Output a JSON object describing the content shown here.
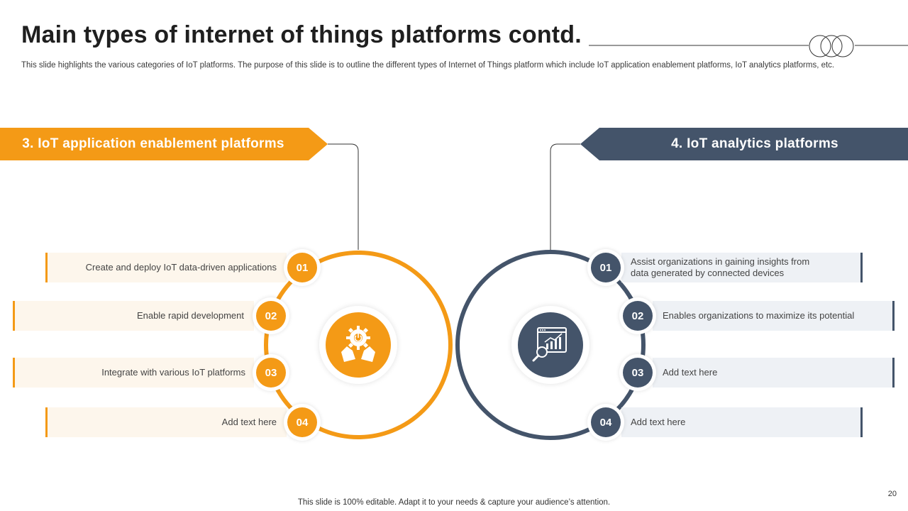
{
  "slide": {
    "title": "Main types of internet of things platforms contd.",
    "subtitle": "This slide highlights the various categories of IoT platforms. The purpose of this slide is to outline the different types of Internet of Things platform which include IoT application enablement platforms, IoT analytics platforms, etc.",
    "footer": "This slide is 100% editable. Adapt it to your needs & capture your audience’s attention.",
    "page_number": "20"
  },
  "colors": {
    "orange": "#f49a16",
    "navy": "#44546a"
  },
  "left_panel": {
    "heading": "3. IoT application enablement platforms",
    "hub_icon": "gear-hands-icon",
    "items": [
      {
        "num": "01",
        "text": "Create and deploy IoT data-driven applications"
      },
      {
        "num": "02",
        "text": "Enable rapid development"
      },
      {
        "num": "03",
        "text": "Integrate with various IoT platforms"
      },
      {
        "num": "04",
        "text": "Add text here"
      }
    ]
  },
  "right_panel": {
    "heading": "4. IoT analytics platforms",
    "hub_icon": "analytics-magnifier-icon",
    "items": [
      {
        "num": "01",
        "text": "Assist organizations in gaining insights from data generated by connected devices"
      },
      {
        "num": "02",
        "text": "Enables organizations to maximize its potential"
      },
      {
        "num": "03",
        "text": "Add text here"
      },
      {
        "num": "04",
        "text": "Add text here"
      }
    ]
  }
}
